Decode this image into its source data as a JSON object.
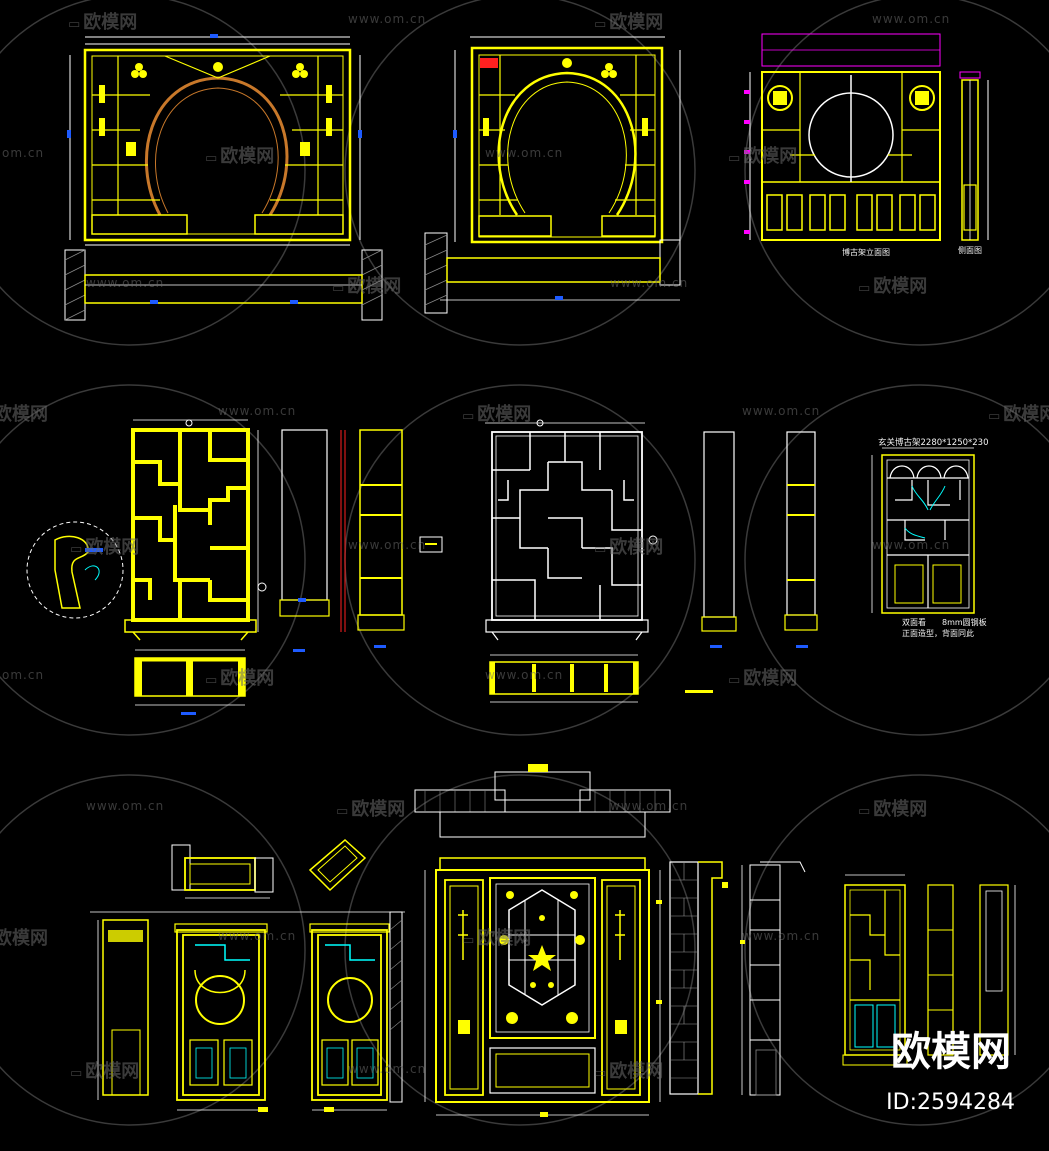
{
  "watermark": {
    "logo_text": "欧模网",
    "url_text": "www.om.cn",
    "url_fragment": "om.cn"
  },
  "labels": {
    "elevation_front": "博古架立面图",
    "elevation_side": "侧面图",
    "cabinet_title": "玄关博古架2280*1250*230",
    "note_line1": "双面看",
    "note_line2": "8mm圆钢板",
    "note_line3": "正面造型，背面同此"
  },
  "brand": {
    "name": "欧模网",
    "id": "ID:2594284"
  },
  "colors": {
    "background": "#000000",
    "primary_line": "#ffff00",
    "secondary_line": "#ffffff",
    "accent_cyan": "#00ffff",
    "accent_blue": "#1e5bff",
    "accent_magenta": "#ff00ff",
    "accent_red": "#ff2020",
    "accent_orange": "#c8782a"
  }
}
